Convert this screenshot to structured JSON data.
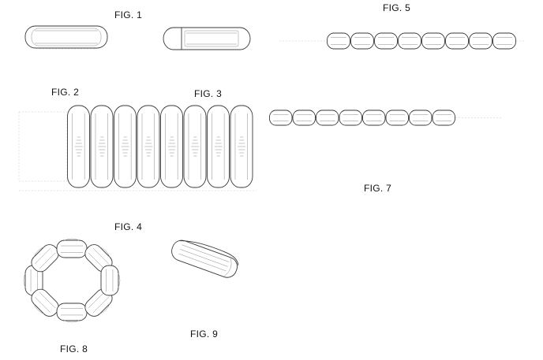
{
  "figures": {
    "fig1": {
      "label": "FIG. 1"
    },
    "fig2": {
      "label": "FIG. 2"
    },
    "fig3": {
      "label": "FIG. 3"
    },
    "fig4": {
      "label": "FIG. 4"
    },
    "fig5": {
      "label": "FIG. 5"
    },
    "fig7": {
      "label": "FIG. 7"
    },
    "fig8": {
      "label": "FIG. 8"
    },
    "fig9": {
      "label": "FIG. 9"
    }
  },
  "segments": {
    "fig3_count": 8,
    "fig5_count": 8,
    "fig7_count": 8,
    "fig8_count": 8
  },
  "colors": {
    "line": "#3a3a3a",
    "thin_line": "#8a8a8a",
    "background": "#ffffff"
  }
}
